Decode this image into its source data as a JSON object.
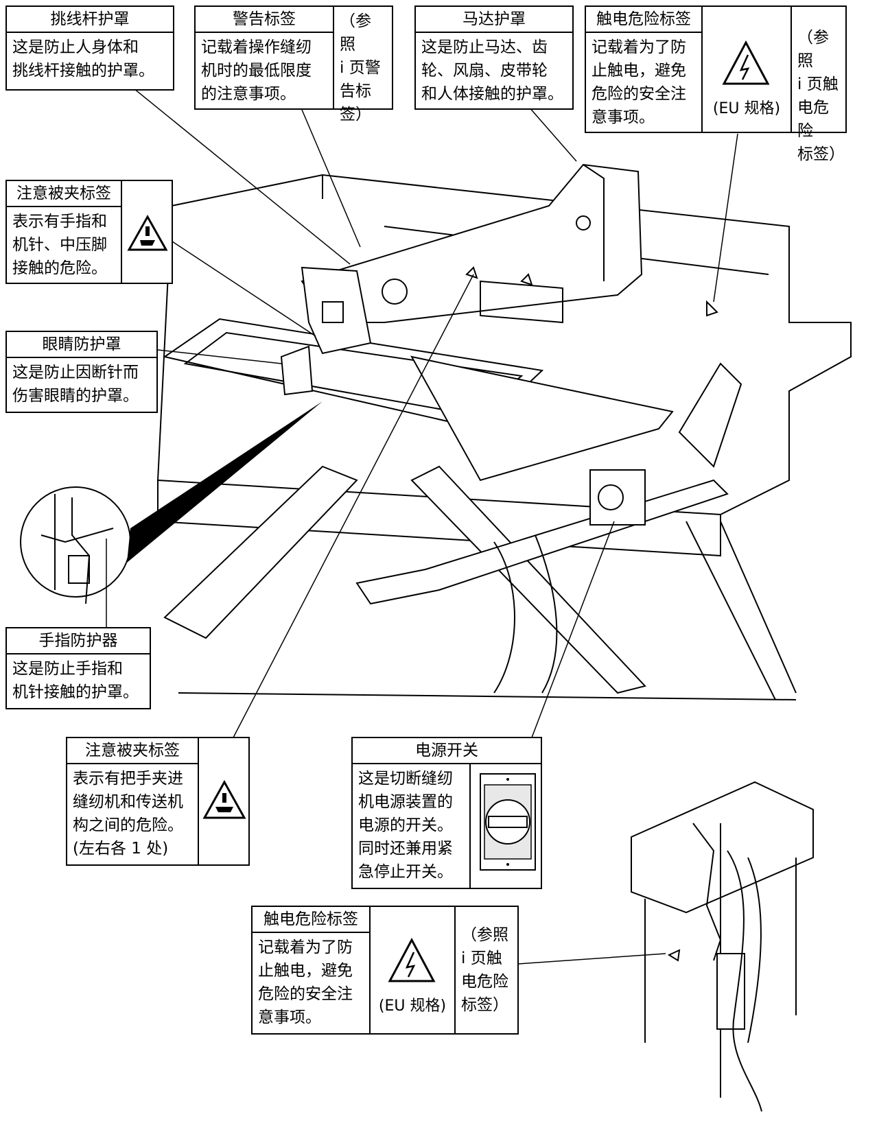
{
  "callouts": {
    "take_up_cover": {
      "title": "挑线杆护罩",
      "text": "这是防止人身体和\n挑线杆接触的护罩。"
    },
    "warning_label": {
      "title": "警告标签",
      "text": "记载着操作缝纫\n机时的最低限度\n的注意事项。",
      "ref": "（参照\ni 页警\n告标\n签）"
    },
    "motor_cover": {
      "title": "马达护罩",
      "text": "这是防止马达、齿\n轮、风扇、皮带轮\n和人体接触的护罩。"
    },
    "shock_label_top": {
      "title": "触电危险标签",
      "text": "记载着为了防\n止触电，避免\n危险的安全注\n意事项。",
      "eu": "(EU 规格)",
      "ref": "（参照\ni 页触\n电危险\n标签）"
    },
    "pinch_label_top": {
      "title": "注意被夹标签",
      "text": "表示有手指和\n机针、中压脚\n接触的危险。"
    },
    "eye_guard": {
      "title": "眼睛防护罩",
      "text": "这是防止因断针而\n伤害眼睛的护罩。"
    },
    "finger_guard": {
      "title": "手指防护器",
      "text": "这是防止手指和\n机针接触的护罩。"
    },
    "pinch_label_bottom": {
      "title": "注意被夹标签",
      "text": "表示有把手夹进\n缝纫机和传送机\n构之间的危险。\n(左右各 1 处)"
    },
    "power_switch": {
      "title": "电源开关",
      "text": "这是切断缝纫\n机电源装置的\n电源的开关。\n同时还兼用紧\n急停止开关。"
    },
    "shock_label_bottom": {
      "title": "触电危险标签",
      "text": "记载着为了防\n止触电，避免\n危险的安全注\n意事项。",
      "eu": "(EU 规格)",
      "ref": "（参照\ni 页触\n电危险\n标签）"
    }
  },
  "icons": [
    "pinch-hazard-icon",
    "electric-shock-icon",
    "rotary-switch-icon"
  ],
  "colors": {
    "line": "#000000",
    "fill": "#ffffff",
    "shade": "#e8e8e8"
  }
}
